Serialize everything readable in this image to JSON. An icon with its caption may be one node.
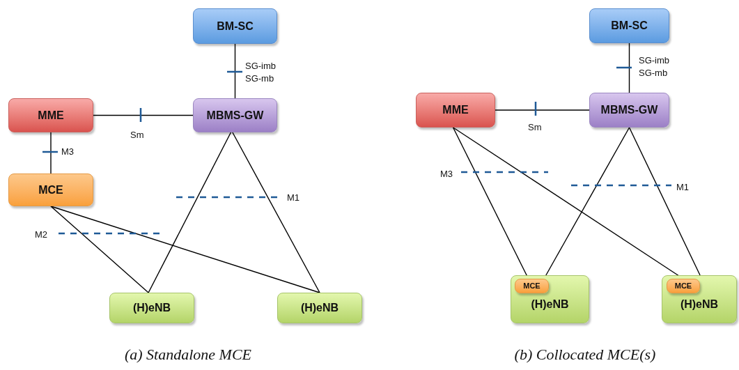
{
  "diagram": {
    "nodes": [
      {
        "text": [
          "BM-SC"
        ]
      },
      {
        "text": [
          "MME"
        ]
      },
      {
        "text": [
          "MBMS-GW"
        ]
      },
      {
        "text": [
          "MCE"
        ]
      },
      {
        "text": [
          "(H)eNB"
        ]
      },
      {
        "text": [
          "(H)eNB"
        ]
      },
      {
        "text": [
          "BM-SC"
        ]
      },
      {
        "text": [
          "MME"
        ]
      },
      {
        "text": [
          "MBMS-GW"
        ]
      },
      {
        "text": [
          "(H)eNB"
        ]
      },
      {
        "text": [
          "MCE"
        ],
        "in": 9
      },
      {
        "text": [
          "(H)eNB"
        ]
      },
      {
        "text": [
          "MCE"
        ],
        "in": 11
      }
    ],
    "edges": [
      {
        "from": 0,
        "to": 2,
        "arrow": "none",
        "label": "SG-imb SG-mb"
      },
      {
        "from": 1,
        "to": 2,
        "arrow": "none",
        "label": "Sm"
      },
      {
        "from": 1,
        "to": 3,
        "arrow": "none",
        "label": "M3"
      },
      {
        "from": 2,
        "to": 4,
        "arrow": "none"
      },
      {
        "from": 2,
        "to": 5,
        "arrow": "none"
      },
      {
        "from": 3,
        "to": 4,
        "arrow": "none"
      },
      {
        "from": 3,
        "to": 5,
        "arrow": "none"
      },
      {
        "from": 6,
        "to": 8,
        "arrow": "none",
        "label": "SG-imb SG-mb"
      },
      {
        "from": 7,
        "to": 8,
        "arrow": "none",
        "label": "Sm"
      },
      {
        "from": 7,
        "to": 10,
        "arrow": "none"
      },
      {
        "from": 7,
        "to": 12,
        "arrow": "none"
      },
      {
        "from": 8,
        "to": 9,
        "arrow": "none"
      },
      {
        "from": 8,
        "to": 11,
        "arrow": "none"
      }
    ],
    "labels": [
      "M1",
      "M2",
      "M3",
      "M1",
      "(a) Standalone MCE",
      "(b) Collocated MCE(s)"
    ]
  }
}
